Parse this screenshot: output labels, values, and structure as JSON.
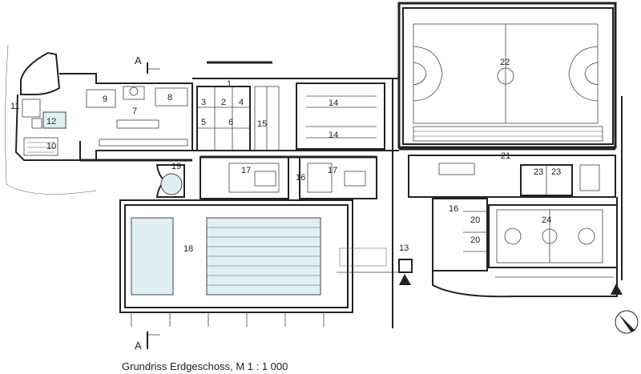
{
  "caption": "Grundriss Erdgeschoss, M 1 : 1 000",
  "section_marker": "A",
  "room_numbers": [
    "1",
    "2",
    "3",
    "4",
    "5",
    "6",
    "7",
    "8",
    "9",
    "10",
    "11",
    "12",
    "13",
    "14",
    "14",
    "15",
    "16",
    "16",
    "17",
    "17",
    "18",
    "19",
    "20",
    "20",
    "21",
    "22",
    "23",
    "23",
    "24"
  ],
  "north_arrow_icon": "north-arrow-icon",
  "entrance_icon": "entrance-triangle-icon",
  "colors": {
    "line": "#222222",
    "water": "#dff0f5"
  }
}
